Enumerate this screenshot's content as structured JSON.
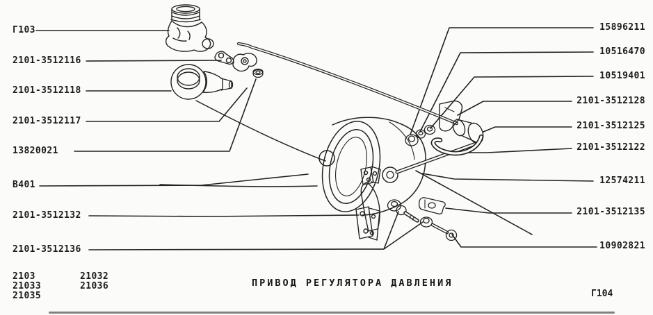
{
  "caption": "ПРИВОД РЕГУЛЯТОРА ДАВЛЕНИЯ",
  "figure_ref": "Г104",
  "labels_left": [
    "Г103",
    "2101-3512116",
    "2101-3512118",
    "2101-3512117",
    "13820021",
    "B401",
    "2101-3512132",
    "2101-3512136"
  ],
  "labels_right": [
    "15896211",
    "10516470",
    "10519401",
    "2101-3512128",
    "2101-3512125",
    "2101-3512122",
    "12574211",
    "2101-3512135",
    "10902821"
  ],
  "model_codes": {
    "col1": [
      "2103",
      "21033",
      "21035"
    ],
    "col2": [
      "21032",
      "21036"
    ]
  },
  "colors": {
    "ink": "#1c1c1c",
    "paper": "#fbfbf9"
  }
}
